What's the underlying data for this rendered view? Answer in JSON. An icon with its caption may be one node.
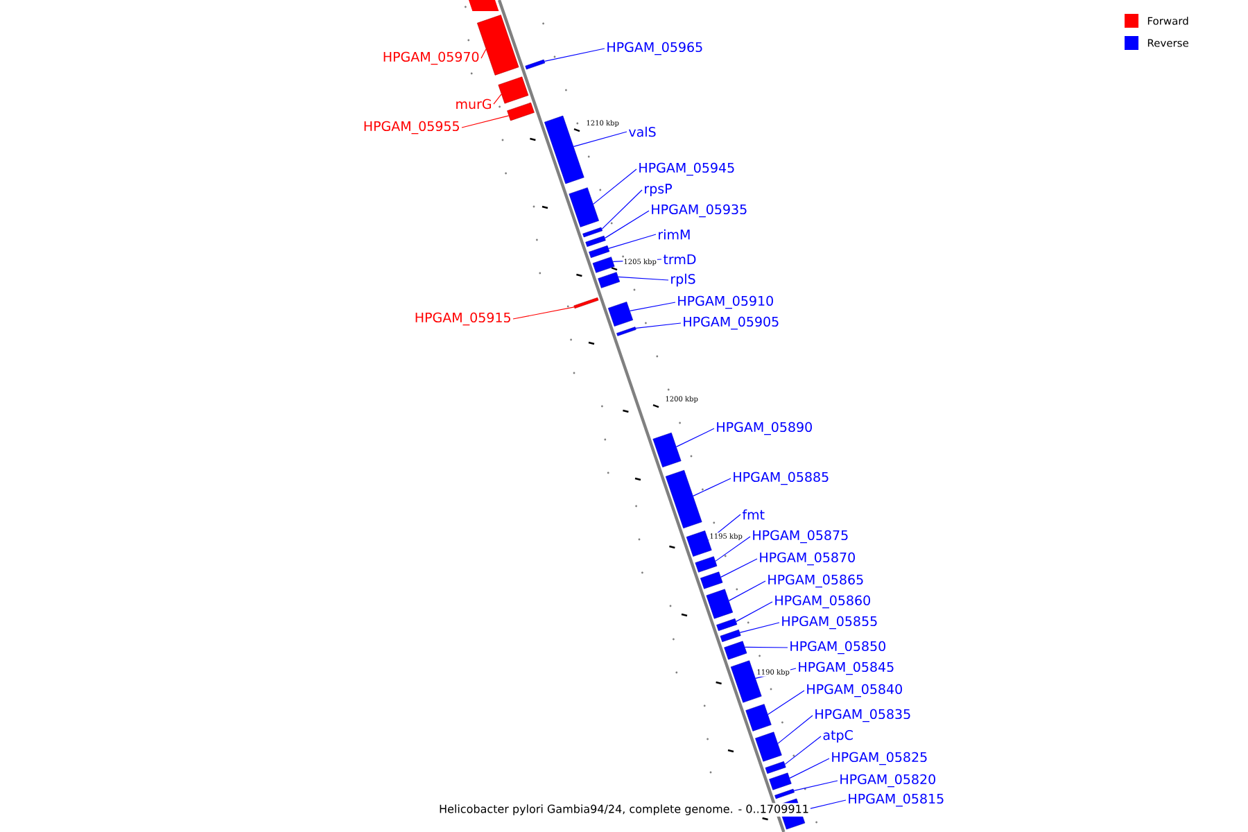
{
  "diagram": {
    "caption": "Helicobacter pylori Gambia94/24, complete genome. - 0..1709911",
    "nodes": [
      {
        "text": [
          "HPGAM_05970"
        ]
      },
      {
        "text": [],
        "shape": "bar"
      },
      {
        "text": [
          "HPGAM_05965"
        ]
      },
      {
        "text": [],
        "shape": "bar"
      },
      {
        "text": [
          "murG"
        ]
      },
      {
        "text": [],
        "shape": "bar"
      },
      {
        "text": [
          "HPGAM_05955"
        ]
      },
      {
        "text": [],
        "shape": "bar"
      },
      {
        "text": [
          "valS"
        ]
      },
      {
        "text": [],
        "shape": "bar"
      },
      {
        "text": [
          "HPGAM_05945"
        ]
      },
      {
        "text": [],
        "shape": "bar"
      },
      {
        "text": [
          "rpsP"
        ]
      },
      {
        "text": [],
        "shape": "bar"
      },
      {
        "text": [
          "HPGAM_05935"
        ]
      },
      {
        "text": [],
        "shape": "bar"
      },
      {
        "text": [
          "rimM"
        ]
      },
      {
        "text": [],
        "shape": "bar"
      },
      {
        "text": [
          "trmD"
        ]
      },
      {
        "text": [],
        "shape": "bar"
      },
      {
        "text": [
          "rplS"
        ]
      },
      {
        "text": [],
        "shape": "bar"
      },
      {
        "text": [
          "HPGAM_05910"
        ]
      },
      {
        "text": [],
        "shape": "bar"
      },
      {
        "text": [
          "HPGAM_05915"
        ]
      },
      {
        "text": [],
        "shape": "bar"
      },
      {
        "text": [
          "HPGAM_05905"
        ]
      },
      {
        "text": [],
        "shape": "bar"
      },
      {
        "text": [
          "HPGAM_05890"
        ]
      },
      {
        "text": [],
        "shape": "bar"
      },
      {
        "text": [
          "HPGAM_05885"
        ]
      },
      {
        "text": [],
        "shape": "bar"
      },
      {
        "text": [
          "fmt"
        ]
      },
      {
        "text": [],
        "shape": "bar"
      },
      {
        "text": [
          "HPGAM_05875"
        ]
      },
      {
        "text": [],
        "shape": "bar"
      },
      {
        "text": [
          "HPGAM_05870"
        ]
      },
      {
        "text": [],
        "shape": "bar"
      },
      {
        "text": [
          "HPGAM_05865"
        ]
      },
      {
        "text": [],
        "shape": "bar"
      },
      {
        "text": [
          "HPGAM_05860"
        ]
      },
      {
        "text": [],
        "shape": "bar"
      },
      {
        "text": [
          "HPGAM_05855"
        ]
      },
      {
        "text": [],
        "shape": "bar"
      },
      {
        "text": [
          "HPGAM_05850"
        ]
      },
      {
        "text": [],
        "shape": "bar"
      },
      {
        "text": [
          "HPGAM_05845"
        ]
      },
      {
        "text": [],
        "shape": "bar"
      },
      {
        "text": [
          "HPGAM_05840"
        ]
      },
      {
        "text": [],
        "shape": "bar"
      },
      {
        "text": [
          "HPGAM_05835"
        ]
      },
      {
        "text": [],
        "shape": "bar"
      },
      {
        "text": [
          "atpC"
        ]
      },
      {
        "text": [],
        "shape": "bar"
      },
      {
        "text": [
          "HPGAM_05825"
        ]
      },
      {
        "text": [],
        "shape": "bar"
      },
      {
        "text": [
          "HPGAM_05820"
        ]
      },
      {
        "text": [],
        "shape": "bar"
      },
      {
        "text": [
          "HPGAM_05815"
        ]
      },
      {
        "text": [],
        "shape": "bar"
      }
    ],
    "edges": [
      {
        "from": 0,
        "to": 1,
        "arrow": "none",
        "color": "#ff0000"
      },
      {
        "from": 2,
        "to": 3,
        "arrow": "none"
      },
      {
        "from": 4,
        "to": 5,
        "arrow": "none",
        "color": "#ff0000"
      },
      {
        "from": 6,
        "to": 7,
        "arrow": "none",
        "color": "#ff0000"
      },
      {
        "from": 8,
        "to": 9,
        "arrow": "none"
      },
      {
        "from": 10,
        "to": 11,
        "arrow": "none"
      },
      {
        "from": 12,
        "to": 13,
        "arrow": "none"
      },
      {
        "from": 14,
        "to": 15,
        "arrow": "none"
      },
      {
        "from": 16,
        "to": 17,
        "arrow": "none"
      },
      {
        "from": 18,
        "to": 19,
        "arrow": "none"
      },
      {
        "from": 20,
        "to": 21,
        "arrow": "none"
      },
      {
        "from": 22,
        "to": 23,
        "arrow": "none"
      },
      {
        "from": 24,
        "to": 25,
        "arrow": "none",
        "color": "#ff0000"
      },
      {
        "from": 26,
        "to": 27,
        "arrow": "none"
      },
      {
        "from": 28,
        "to": 29,
        "arrow": "none"
      },
      {
        "from": 30,
        "to": 31,
        "arrow": "none"
      },
      {
        "from": 32,
        "to": 33,
        "arrow": "none"
      },
      {
        "from": 34,
        "to": 35,
        "arrow": "none"
      },
      {
        "from": 36,
        "to": 37,
        "arrow": "none"
      },
      {
        "from": 38,
        "to": 39,
        "arrow": "none"
      },
      {
        "from": 40,
        "to": 41,
        "arrow": "none"
      },
      {
        "from": 42,
        "to": 43,
        "arrow": "none"
      },
      {
        "from": 44,
        "to": 45,
        "arrow": "none"
      },
      {
        "from": 46,
        "to": 47,
        "arrow": "none"
      },
      {
        "from": 48,
        "to": 49,
        "arrow": "none"
      },
      {
        "from": 50,
        "to": 51,
        "arrow": "none"
      },
      {
        "from": 52,
        "to": 53,
        "arrow": "none"
      },
      {
        "from": 54,
        "to": 55,
        "arrow": "none"
      },
      {
        "from": 56,
        "to": 57,
        "arrow": "none"
      },
      {
        "from": 58,
        "to": 59,
        "arrow": "none"
      }
    ],
    "labels": [
      "1210 kbp",
      "1205 kbp",
      "1200 kbp",
      "1195 kbp",
      "1190 kbp"
    ],
    "legend": [
      {
        "text": "Forward",
        "color": "#ff0000"
      },
      {
        "text": "Reverse",
        "color": "#0000ff"
      }
    ]
  }
}
